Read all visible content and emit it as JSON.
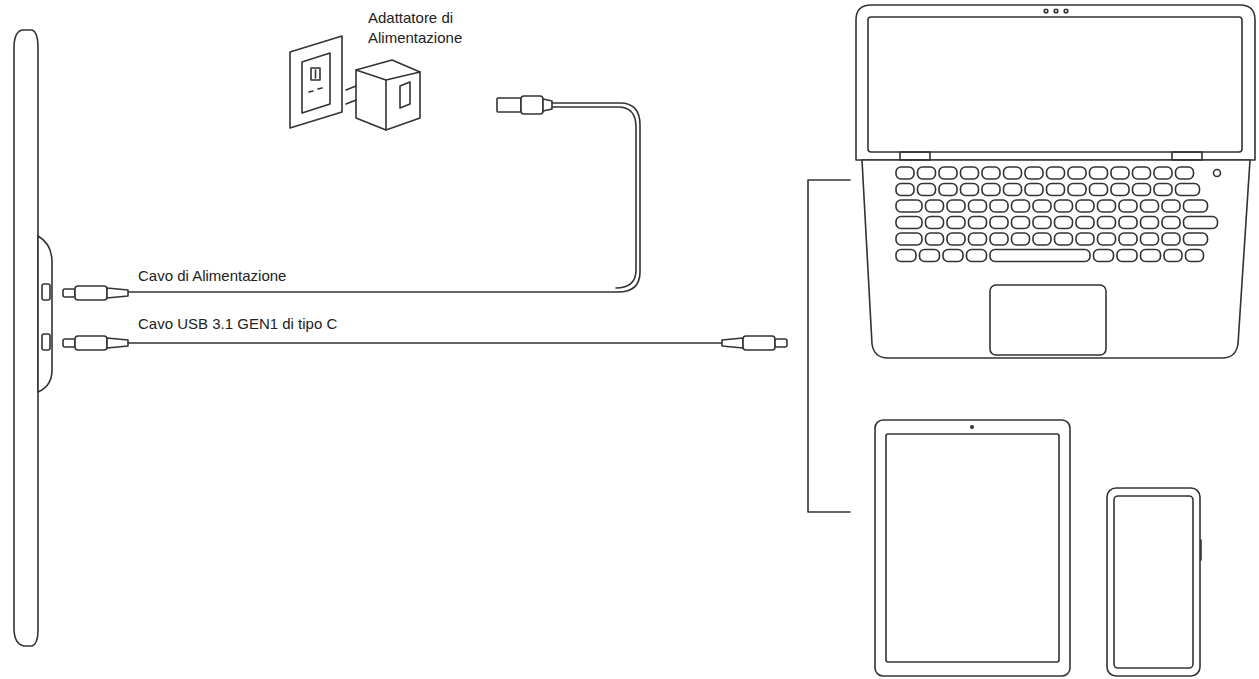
{
  "diagram": {
    "labels": [
      "Adattatore di Alimentazione",
      "Cavo di Alimentazione",
      "Cavo USB 3.1 GEN1 di tipo C"
    ]
  }
}
